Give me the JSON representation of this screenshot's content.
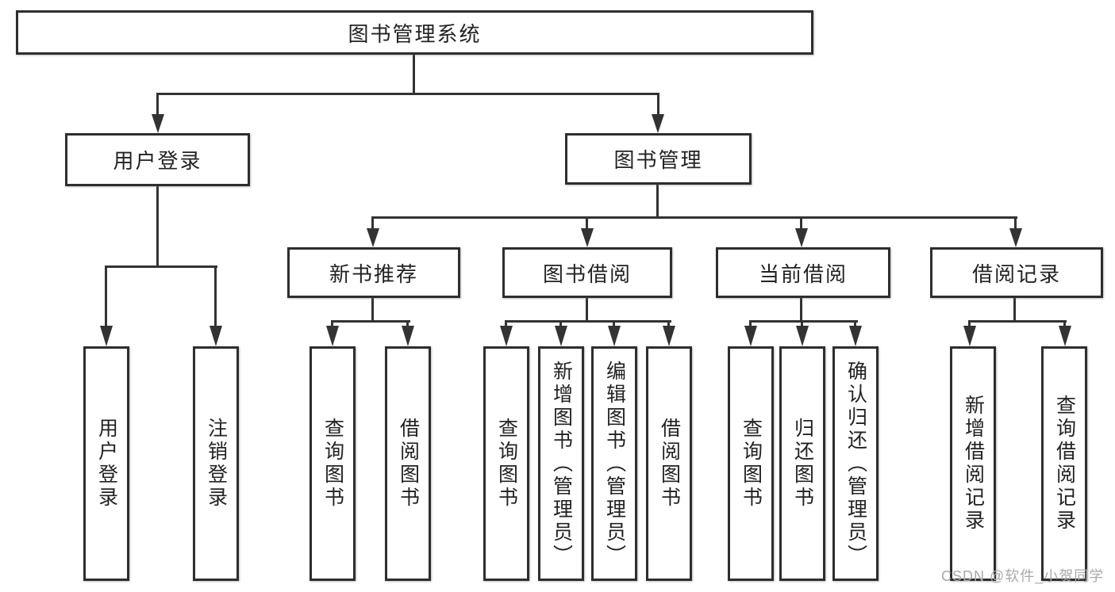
{
  "diagram_title": "图书管理系统",
  "tree": {
    "root": {
      "label": "图书管理系统"
    },
    "user_login": {
      "label": "用户登录",
      "children": {
        "login": {
          "label": "用户登录"
        },
        "logout": {
          "label": "注销登录"
        }
      }
    },
    "book_mgmt": {
      "label": "图书管理",
      "children": {
        "new_book": {
          "label": "新书推荐",
          "children": {
            "query_book": {
              "label": "查询图书"
            },
            "borrow_book": {
              "label": "借阅图书"
            }
          }
        },
        "book_borrow": {
          "label": "图书借阅",
          "children": {
            "query_book": {
              "label": "查询图书"
            },
            "add_book": {
              "label": "新增图书（管理员）"
            },
            "edit_book": {
              "label": "编辑图书（管理员）"
            },
            "borrow_book": {
              "label": "借阅图书"
            }
          }
        },
        "current_borrow": {
          "label": "当前借阅",
          "children": {
            "query_book": {
              "label": "查询图书"
            },
            "return_book": {
              "label": "归还图书"
            },
            "confirm_return": {
              "label": "确认归还（管理员）"
            }
          }
        },
        "borrow_records": {
          "label": "借阅记录",
          "children": {
            "add_record": {
              "label": "新增借阅记录"
            },
            "query_record": {
              "label": "查询借阅记录"
            }
          }
        }
      }
    }
  },
  "watermark": {
    "text": "CSDN @软件_小贺同学",
    "color": "#a9a9a9"
  },
  "colors": {
    "background": "#ffffff",
    "line": "#333333",
    "box_border": "#2e2e2e",
    "text": "#222222"
  }
}
